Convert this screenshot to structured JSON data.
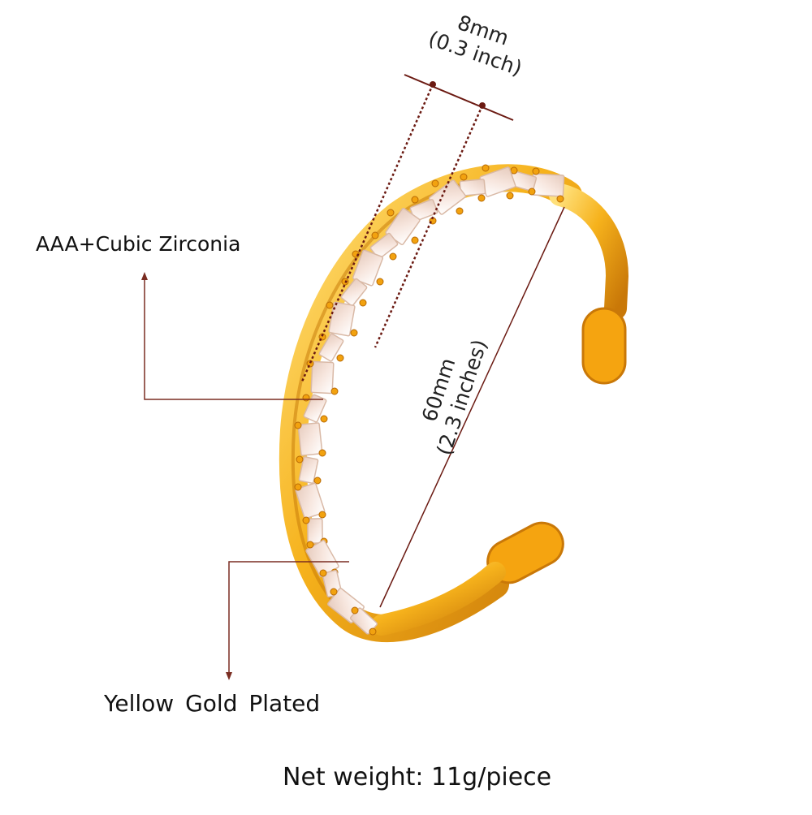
{
  "annotations": {
    "gem_label": "AAA+Cubic Zirconia",
    "plating_label": "Yellow  Gold  Plated",
    "weight_label": "Net weight: 11g/piece"
  },
  "dimensions": {
    "width_mm": "8mm",
    "width_in": "(0.3 inch)",
    "diameter_mm": "60mm",
    "diameter_in": "(2.3 inches)"
  },
  "colors": {
    "gold_light": "#ffd44a",
    "gold_mid": "#f5a410",
    "gold_dark": "#b86a05",
    "stone": "#fbf1ec",
    "stone_edge": "#d9b9a6",
    "dimension_line": "#6b1a12",
    "leader_line": "#7a2d22"
  }
}
